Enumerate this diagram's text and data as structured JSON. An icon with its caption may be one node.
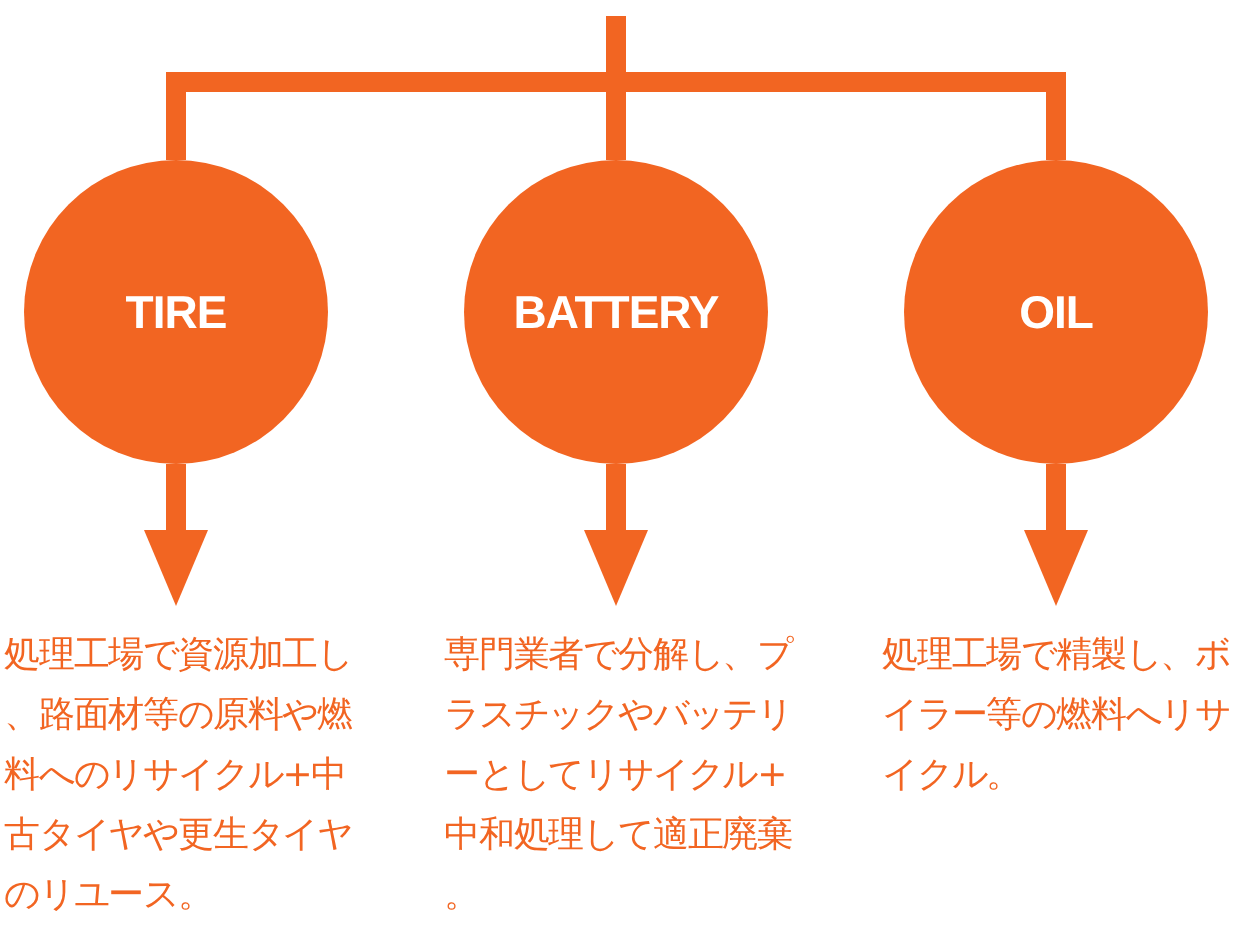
{
  "diagram": {
    "nodes": [
      {
        "text": [
          "TIRE"
        ]
      },
      {
        "text": [
          "BATTERY"
        ]
      },
      {
        "text": [
          "OIL"
        ]
      },
      {
        "text": [
          "処理工場で資源加工し、路面材等の原料や燃料へのリサイクル+中古タイヤや更生タイヤのリユース。"
        ]
      },
      {
        "text": [
          "専門業者で分解し、プラスチックやバッテリーとしてリサイクル+中和処理して適正廃棄。"
        ]
      },
      {
        "text": [
          "処理工場で精製し、ボイラー等の燃料へリサイクル。"
        ]
      }
    ],
    "edges": [
      {
        "from": null,
        "to": 0,
        "arrow": "none"
      },
      {
        "from": null,
        "to": 1,
        "arrow": "none"
      },
      {
        "from": null,
        "to": 2,
        "arrow": "none"
      },
      {
        "from": 0,
        "to": 3,
        "arrow": "to"
      },
      {
        "from": 1,
        "to": 4,
        "arrow": "to"
      },
      {
        "from": 2,
        "to": 5,
        "arrow": "to"
      }
    ]
  }
}
